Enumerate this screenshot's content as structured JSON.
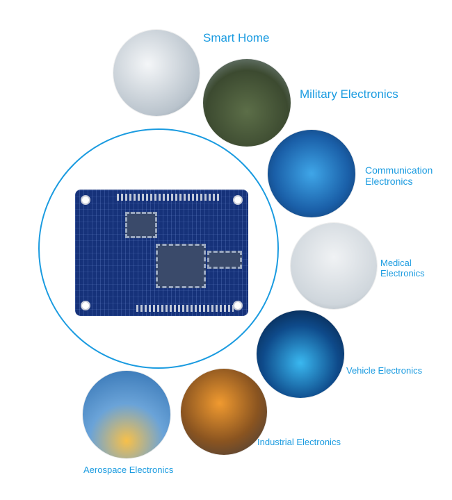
{
  "labels": {
    "smart_home": "Smart Home",
    "military": "Military Electronics",
    "communication_1": "Communication",
    "communication_2": "Electronics",
    "medical_1": "Medical",
    "medical_2": "Electronics",
    "vehicle": "Vehicle Electronics",
    "industrial": "Industrial Electronics",
    "aerospace": "Aerospace Electronics"
  },
  "colors": {
    "accent": "#1a9be0",
    "pcb": "#16327a"
  }
}
